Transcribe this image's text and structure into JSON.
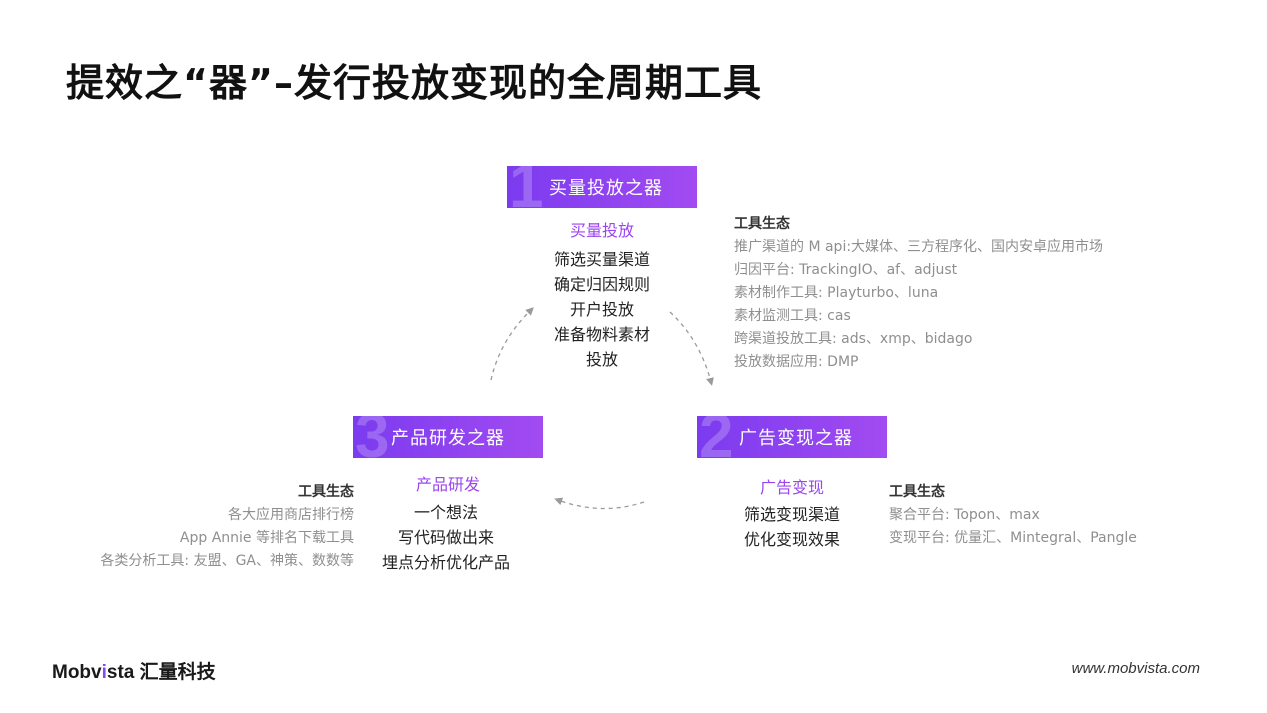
{
  "title": "提效之“器”–发行投放变现的全周期工具",
  "nodes": [
    {
      "number": "1",
      "box_label": "买量投放之器",
      "subtitle": "买量投放",
      "lines": [
        "筛选买量渠道",
        "确定归因规则",
        "开户投放",
        "准备物料素材",
        "投放"
      ],
      "eco_heading": "工具生态",
      "eco_items": [
        "推广渠道的 M api:大媒体、三方程序化、国内安卓应用市场",
        "归因平台: TrackingIO、af、adjust",
        "素材制作工具: Playturbo、luna",
        "素材监测工具: cas",
        "跨渠道投放工具: ads、xmp、bidago",
        "投放数据应用: DMP"
      ]
    },
    {
      "number": "2",
      "box_label": "广告变现之器",
      "subtitle": "广告变现",
      "lines": [
        "筛选变现渠道",
        "优化变现效果"
      ],
      "eco_heading": "工具生态",
      "eco_items": [
        "聚合平台: Topon、max",
        "变现平台: 优量汇、Mintegral、Pangle"
      ]
    },
    {
      "number": "3",
      "box_label": "产品研发之器",
      "subtitle": "产品研发",
      "lines": [
        "一个想法",
        "写代码做出来",
        "埋点分析优化产品"
      ],
      "eco_heading": "工具生态",
      "eco_items": [
        "各大应用商店排行榜",
        "App Annie 等排名下载工具",
        "各类分析工具: 友盟、GA、神策、数数等"
      ]
    }
  ],
  "footer": {
    "logo_prefix": "Mobv",
    "logo_i": "i",
    "logo_suffix": "sta",
    "logo_cn": "汇量科技",
    "website": "www.mobvista.com"
  },
  "colors": {
    "accent_start": "#7b3bef",
    "accent_end": "#a24bf1",
    "subtitle": "#9b45ef",
    "arrow": "#9a9a9a"
  }
}
